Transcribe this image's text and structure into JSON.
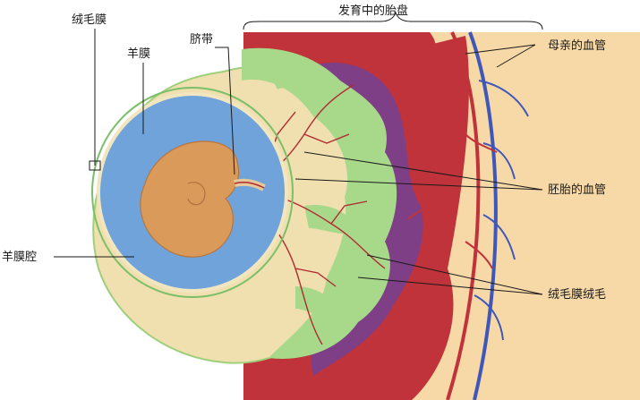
{
  "labels": {
    "chorion": "绒毛膜",
    "amnion": "羊膜",
    "umbilical_cord": "脐带",
    "developing_placenta": "发育中的胎盘",
    "maternal_vessels": "母亲的血管",
    "fetal_vessels": "胚胎的血管",
    "chorionic_villi": "绒毛膜绒毛",
    "amniotic_cavity": "羊膜腔"
  },
  "colors": {
    "uterine_tissue": "#F7D9A8",
    "maternal_blood": "#C0333A",
    "maternal_vein": "#3F57B8",
    "intervillous_space": "#7E3F86",
    "villi": "#A8D98B",
    "amniotic_fluid": "#6FA3DA",
    "embryo": "#D99A5A",
    "membrane": "#F0E0B0"
  }
}
